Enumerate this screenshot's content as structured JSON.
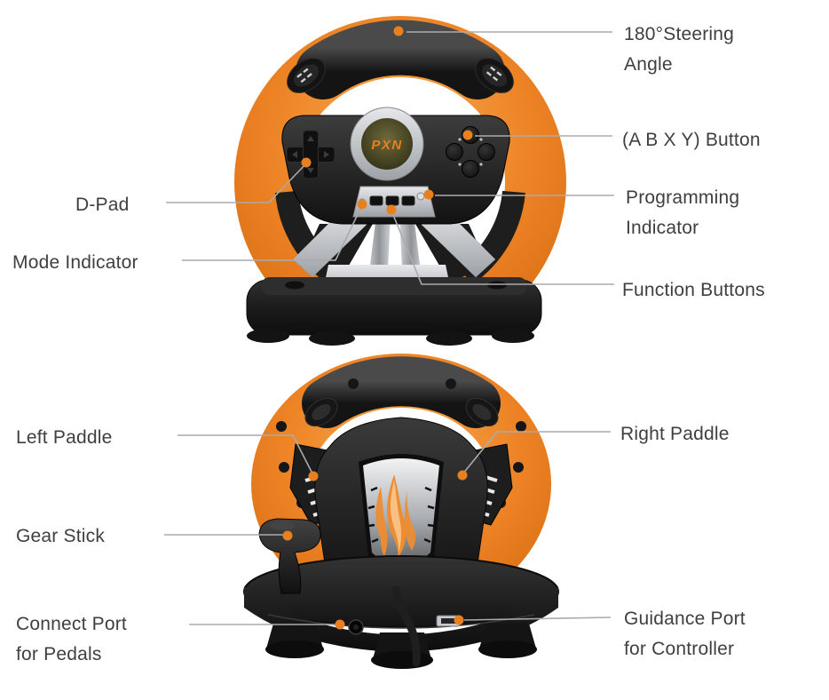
{
  "figure": {
    "description_type": "product-annotation-diagram",
    "views": {
      "top": "steering-wheel-front-view",
      "bottom": "steering-wheel-rear-view"
    }
  },
  "colors": {
    "accent_orange_dot": "#E8801F",
    "wheel_orange": "#EC8224",
    "device_black": "#1B1B1B",
    "silver": "#C3C6CA",
    "leader_line_gray": "#ABABAB",
    "label_text": "#3F3F3F",
    "background": "#FFFFFF"
  },
  "product": {
    "logo_text": "PXN"
  },
  "callouts": {
    "steering_angle": {
      "label": "180°Steering Angle"
    },
    "abxy_button": {
      "label": "(A B X Y) Button"
    },
    "programming_indicator": {
      "label": "Programming Indicator"
    },
    "function_buttons": {
      "label": "Function Buttons"
    },
    "d_pad": {
      "label": "D-Pad"
    },
    "mode_indicator": {
      "label": "Mode Indicator"
    },
    "left_paddle": {
      "label": "Left Paddle"
    },
    "right_paddle": {
      "label": "Right Paddle"
    },
    "gear_stick": {
      "label": "Gear Stick"
    },
    "connect_port": {
      "label": "Connect Port for Pedals"
    },
    "guidance_port": {
      "label": "Guidance Port for Controller"
    }
  }
}
